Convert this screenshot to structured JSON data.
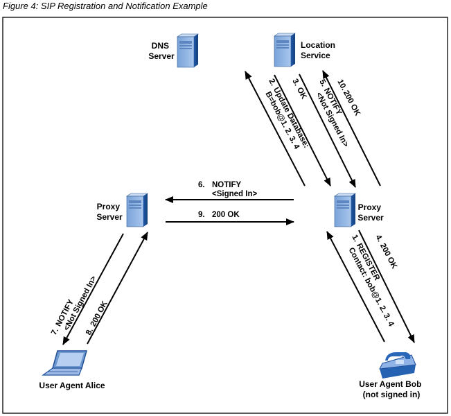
{
  "caption": "Figure 4: SIP Registration and Notification Example",
  "nodes": {
    "dns": [
      "DNS",
      "Server"
    ],
    "location": [
      "Location",
      "Service"
    ],
    "proxy_left": [
      "Proxy",
      "Server"
    ],
    "proxy_right": [
      "Proxy",
      "Server"
    ],
    "alice": [
      "User Agent Alice"
    ],
    "bob": [
      "User Agent Bob",
      "(not signed in)"
    ]
  },
  "messages": {
    "m1": [
      "1.",
      "REGISTER",
      "Contact: bob@1. 2. 3. 4"
    ],
    "m2": [
      "2.",
      "Update Database:",
      "B=bob@1. 2. 3. 4"
    ],
    "m3": [
      "3.",
      "OK"
    ],
    "m4": [
      "4.",
      "200 OK"
    ],
    "m5": [
      "5.",
      "NOTIFY",
      "<Not Signed In>"
    ],
    "m6": [
      "6.",
      "NOTIFY",
      "<Signed In>"
    ],
    "m7": [
      "7.",
      "NOTIFY",
      "<Not Signed In>"
    ],
    "m8": [
      "8.",
      "200 OK"
    ],
    "m9": [
      "9.",
      "200 OK"
    ],
    "m10": [
      "10.",
      "200 OK"
    ]
  },
  "icons": {
    "dns": "server-icon",
    "location": "server-icon",
    "proxy_left": "server-icon",
    "proxy_right": "server-icon",
    "alice": "laptop-icon",
    "bob": "telephone-icon"
  }
}
